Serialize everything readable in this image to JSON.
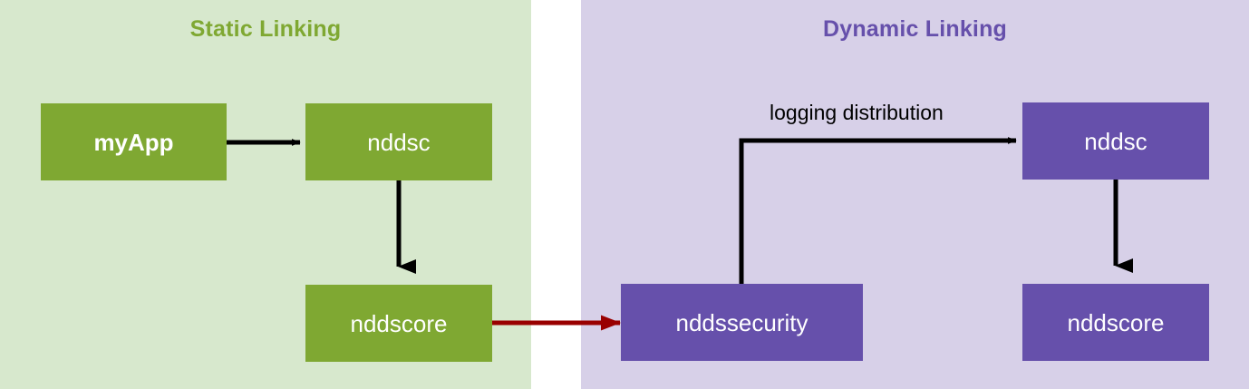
{
  "diagram": {
    "title_static": "Static Linking",
    "title_dynamic": "Dynamic Linking",
    "colors": {
      "static_panel_bg": "#d7e8cd",
      "dynamic_panel_bg": "#d7d0e8",
      "static_node_fill": "#7fa832",
      "dynamic_node_fill": "#6650ab",
      "node_text": "#ffffff",
      "arrow_black": "#000000",
      "arrow_red": "#990000",
      "page_bg": "#ffffff"
    },
    "panels": [
      {
        "id": "static",
        "title": "Static Linking",
        "nodes": [
          {
            "id": "myapp",
            "label": "myApp",
            "bold": true,
            "fill": "#7fa832"
          },
          {
            "id": "nddsc-static",
            "label": "nddsc",
            "bold": false,
            "fill": "#7fa832"
          },
          {
            "id": "nddscore-static",
            "label": "nddscore",
            "bold": false,
            "fill": "#7fa832"
          }
        ]
      },
      {
        "id": "dynamic",
        "title": "Dynamic Linking",
        "nodes": [
          {
            "id": "nddssecurity",
            "label": "nddssecurity",
            "bold": false,
            "fill": "#6650ab"
          },
          {
            "id": "nddsc-dyn",
            "label": "nddsc",
            "bold": false,
            "fill": "#6650ab"
          },
          {
            "id": "nddscore-dyn",
            "label": "nddscore",
            "bold": false,
            "fill": "#6650ab"
          }
        ]
      }
    ],
    "edges": [
      {
        "id": "myapp-to-nddsc",
        "from": "myapp",
        "to": "nddsc-static",
        "label": "",
        "color": "#000000",
        "style": "straight-horizontal"
      },
      {
        "id": "nddsc-to-nddscore",
        "from": "nddsc-static",
        "to": "nddscore-static",
        "label": "",
        "color": "#000000",
        "style": "straight-vertical"
      },
      {
        "id": "nddscore-to-nddssecurity",
        "from": "nddscore-static",
        "to": "nddssecurity",
        "label": "",
        "color": "#990000",
        "style": "straight-horizontal"
      },
      {
        "id": "nddssecurity-to-nddsc",
        "from": "nddssecurity",
        "to": "nddsc-dyn",
        "label": "logging distribution",
        "color": "#000000",
        "style": "elbow-up-right"
      },
      {
        "id": "nddsc-dyn-to-nddscore-dyn",
        "from": "nddsc-dyn",
        "to": "nddscore-dyn",
        "label": "",
        "color": "#000000",
        "style": "straight-vertical"
      }
    ],
    "edge_labels": {
      "logging_distribution": "logging distribution"
    }
  }
}
